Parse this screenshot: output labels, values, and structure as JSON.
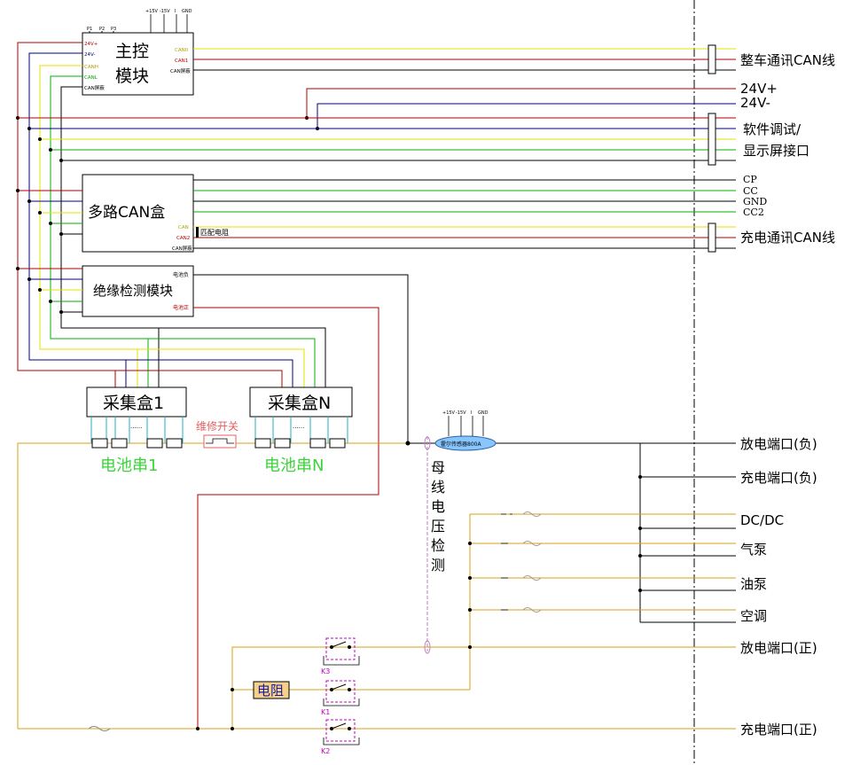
{
  "colors": {
    "black": "#000000",
    "red": "#b00000",
    "darkred": "#8b0000",
    "navy": "#00007a",
    "yellow": "#e8e000",
    "green": "#00b000",
    "orange": "#d4a017",
    "magenta": "#c000c0",
    "gray": "#808080",
    "battery_green": "#3ad43a",
    "resistor_fill": "#f5d08a",
    "sensor_fill": "#87c6ff",
    "service_red": "#e06060"
  },
  "modules": {
    "main_ctrl": {
      "title_line1": "主控",
      "title_line2": "模块",
      "pin_24vp": "24V+",
      "pin_24vm": "24V-",
      "pin_can0": "CANH",
      "pin_can1_left": "CANL",
      "pin_can_shield_left": "CAN屏蔽",
      "pin_can0_right": "CAN0",
      "pin_can1_right": "CAN1",
      "pin_can_shield_right": "CAN屏蔽",
      "top_p1": "P1",
      "top_p2": "P2",
      "top_p3": "P3",
      "top_15p": "+15V",
      "top_15m": "-15V",
      "top_i": "I",
      "top_gnd": "GND"
    },
    "can_box": {
      "title": "多路CAN盒",
      "pin_can": "CAN",
      "pin_can2": "CAN2",
      "pin_shield": "CAN屏蔽",
      "match_resistor": "匹配电阻"
    },
    "insulation": {
      "title": "绝缘检测模块",
      "pin_neg": "电池负",
      "pin_pos": "电池正"
    },
    "collector1": {
      "title": "采集盒1"
    },
    "collectorN": {
      "title": "采集盒N"
    }
  },
  "battery": {
    "string1": "电池串1",
    "stringN": "电池串N",
    "service_switch": "维修开关",
    "dots": "......"
  },
  "sensor": {
    "label": "霍尔传感器800A",
    "pin_15p": "+15V",
    "pin_15m": "-15V",
    "pin_i": "I",
    "pin_gnd": "GND"
  },
  "bus_voltage": [
    "母",
    "线",
    "电",
    "压",
    "检",
    "测"
  ],
  "resistor": "电阻",
  "relays": {
    "k1": "K1",
    "k2": "K2",
    "k3": "K3"
  },
  "right_labels": {
    "vehicle_can": "整车通讯CAN线",
    "v24p": "24V+",
    "v24m": "24V-",
    "software_debug": "软件调试/",
    "display_port": "显示屏接口",
    "cp": "CP",
    "cc": "CC",
    "gnd": "GND",
    "cc2": "CC2",
    "charge_can": "充电通讯CAN线",
    "discharge_neg": "放电端口(负)",
    "charge_neg": "充电端口(负)",
    "dcdc": "DC/DC",
    "air_pump": "气泵",
    "oil_pump": "油泵",
    "aircon": "空调",
    "discharge_pos": "放电端口(正)",
    "charge_pos": "充电端口(正)"
  }
}
